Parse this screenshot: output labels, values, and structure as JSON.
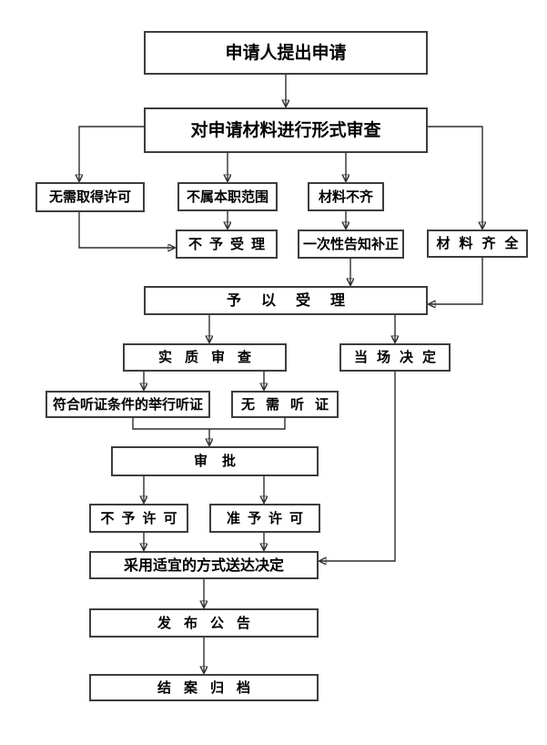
{
  "flowchart": {
    "nodes": {
      "apply": {
        "label": "申请人提出申请"
      },
      "formal_review": {
        "label": "对申请材料进行形式审查"
      },
      "no_permit_needed": {
        "label": "无需取得许可"
      },
      "not_own_scope": {
        "label": "不属本职范围"
      },
      "materials_incomplete": {
        "label": "材料不齐"
      },
      "not_accepted": {
        "label": "不予受理"
      },
      "onetime_notice": {
        "label": "一次性告知补正"
      },
      "materials_complete": {
        "label": "材料齐全"
      },
      "accepted": {
        "label": "予以受理"
      },
      "substantive_review": {
        "label": "实质审查"
      },
      "onsite_decision": {
        "label": "当场决定"
      },
      "hold_hearing": {
        "label": "符合听证条件的举行听证"
      },
      "no_hearing": {
        "label": "无需听证"
      },
      "approval": {
        "label": "审批"
      },
      "deny_permit": {
        "label": "不予许可"
      },
      "grant_permit": {
        "label": "准予许可"
      },
      "deliver_decision": {
        "label": "采用适宜的方式送达决定"
      },
      "publish_announcement": {
        "label": "发布公告"
      },
      "close_archive": {
        "label": "结案归档"
      }
    },
    "colors": {
      "background": "#ffffff",
      "box_border": "#3d3d3d",
      "text": "#000000",
      "connector": "#2f2f2f"
    }
  }
}
